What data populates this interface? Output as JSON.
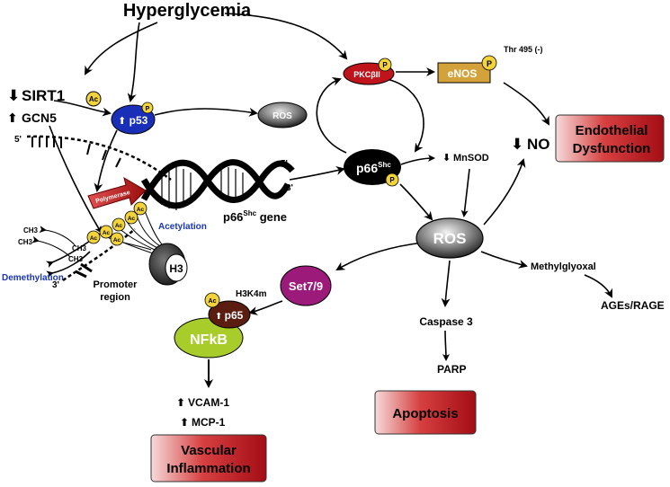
{
  "title": "Hyperglycemia",
  "sirt1": "SIRT1",
  "gcn5": "GCN5",
  "ac": "Ac",
  "p": "P",
  "p53": "p53",
  "pkc": "PKCβII",
  "enos": "eNOS",
  "thr": "Thr 495 (-)",
  "ros_small": "ROS",
  "ros_big": "ROS",
  "p66_base": "p66",
  "p66_sup": "Shc",
  "mnsod": "MnSOD",
  "no": "NO",
  "endothelial": [
    "Endothelial",
    "Dysfunction"
  ],
  "five_prime": "5'",
  "three_prime": "3'",
  "polymerase": "Polymerase",
  "p66_gene_base": "p66",
  "p66_gene_sup": "Shc",
  "p66_gene_rest": " gene",
  "acetylation": "Acetylation",
  "ch3": "CH3",
  "demethylation": "Demethylation",
  "h3": "H3",
  "promoter": [
    "Promoter",
    "region"
  ],
  "set79": "Set7/9",
  "h3k4m": "H3K4m",
  "p65": "p65",
  "nfkb": "NFkB",
  "vcam": "VCAM-1",
  "mcp": "MCP-1",
  "vascular": [
    "Vascular",
    "Inflammation"
  ],
  "methylglyoxal": "Methylglyoxal",
  "ages": "AGEs/RAGE",
  "caspase": "Caspase 3",
  "parp": "PARP",
  "apoptosis": "Apoptosis",
  "colors": {
    "red_box": "#b0141a",
    "p53": "#1a2fb8",
    "pkc": "#c0141c",
    "enos": "#d3a23a",
    "set79": "#9c1a7a",
    "nfkb": "#a8cc2a",
    "p65": "#5a1d10",
    "badge": "#f2d33a",
    "accent_blue": "#1a35b0"
  }
}
